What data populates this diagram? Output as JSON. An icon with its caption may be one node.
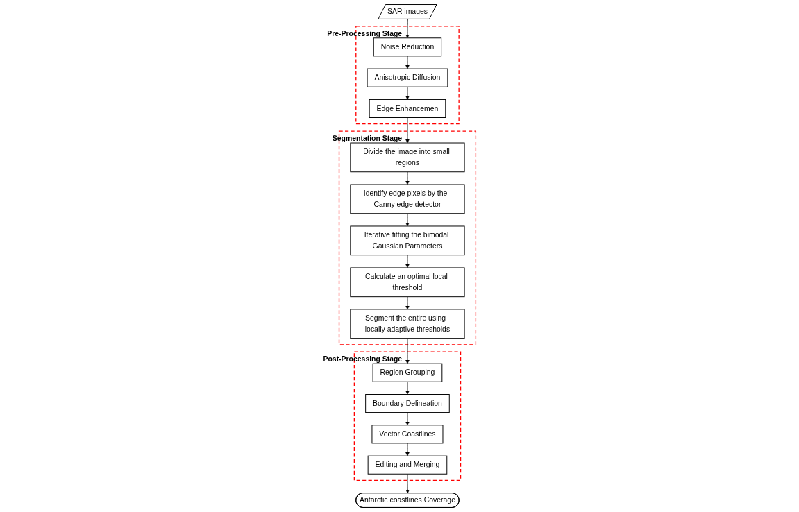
{
  "diagram": {
    "nodes": [
      {
        "text": [
          "Pre-Processing Stage"
        ]
      },
      {
        "text": [
          "SAR images"
        ]
      },
      {
        "text": [
          "Noise Reduction"
        ],
        "in": 0
      },
      {
        "text": [
          "Anisotropic Diffusion"
        ],
        "in": 0
      },
      {
        "text": [
          "Edge Enhancemen"
        ],
        "in": 0
      },
      {
        "text": [
          "Segmentation Stage"
        ]
      },
      {
        "text": [
          "Divide the image into small regions"
        ],
        "in": 5
      },
      {
        "text": [
          "Identify edge pixels by the  Canny edge detector"
        ],
        "in": 5
      },
      {
        "text": [
          "Iterative fitting the bimodal Gaussian Parameters"
        ],
        "in": 5
      },
      {
        "text": [
          "Calculate an optimal local threshold"
        ],
        "in": 5
      },
      {
        "text": [
          "Segment the entire using  locally adaptive thresholds"
        ],
        "in": 5
      },
      {
        "text": [
          "Post-Processing Stage"
        ]
      },
      {
        "text": [
          "Region Grouping"
        ],
        "in": 11
      },
      {
        "text": [
          "Boundary Delineation"
        ],
        "in": 11
      },
      {
        "text": [
          "Vector Coastlines"
        ],
        "in": 11
      },
      {
        "text": [
          "Editing and Merging"
        ],
        "in": 11
      },
      {
        "text": [
          "Antarctic coastlines Coverage"
        ]
      }
    ],
    "edges": [
      {
        "from": 1,
        "to": 2,
        "arrow": "to"
      },
      {
        "from": 2,
        "to": 3,
        "arrow": "to"
      },
      {
        "from": 3,
        "to": 4,
        "arrow": "to"
      },
      {
        "from": 4,
        "to": 6,
        "arrow": "to"
      },
      {
        "from": 6,
        "to": 7,
        "arrow": "to"
      },
      {
        "from": 7,
        "to": 8,
        "arrow": "to"
      },
      {
        "from": 8,
        "to": 9,
        "arrow": "to"
      },
      {
        "from": 9,
        "to": 10,
        "arrow": "to"
      },
      {
        "from": 10,
        "to": 12,
        "arrow": "to"
      },
      {
        "from": 12,
        "to": 13,
        "arrow": "to"
      },
      {
        "from": 13,
        "to": 14,
        "arrow": "to"
      },
      {
        "from": 14,
        "to": 15,
        "arrow": "to"
      },
      {
        "from": 15,
        "to": 16,
        "arrow": "to"
      }
    ]
  }
}
